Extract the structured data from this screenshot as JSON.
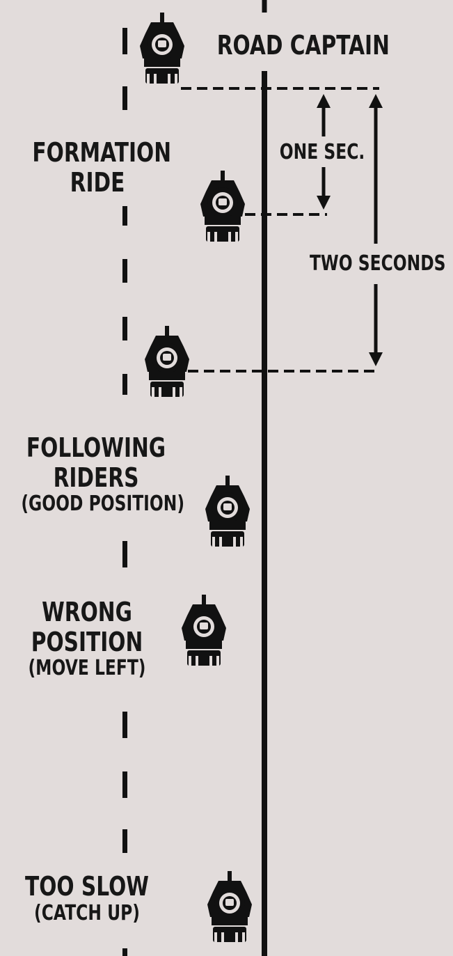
{
  "labels": {
    "road_captain": "ROAD CAPTAIN",
    "formation_line1": "FORMATION",
    "formation_line2": "RIDE",
    "following_line1": "FOLLOWING",
    "following_line2": "RIDERS",
    "following_note": "(GOOD POSITION)",
    "wrong_line1": "WRONG",
    "wrong_line2": "POSITION",
    "wrong_note": "(MOVE LEFT)",
    "slow_line1": "TOO SLOW",
    "slow_note": "(CATCH UP)",
    "one_sec": "ONE SEC.",
    "two_seconds": "TWO SECONDS"
  },
  "colors": {
    "background": "#e2dcdb",
    "ink": "#111111"
  },
  "icons": [
    "motorcycle-icon"
  ]
}
